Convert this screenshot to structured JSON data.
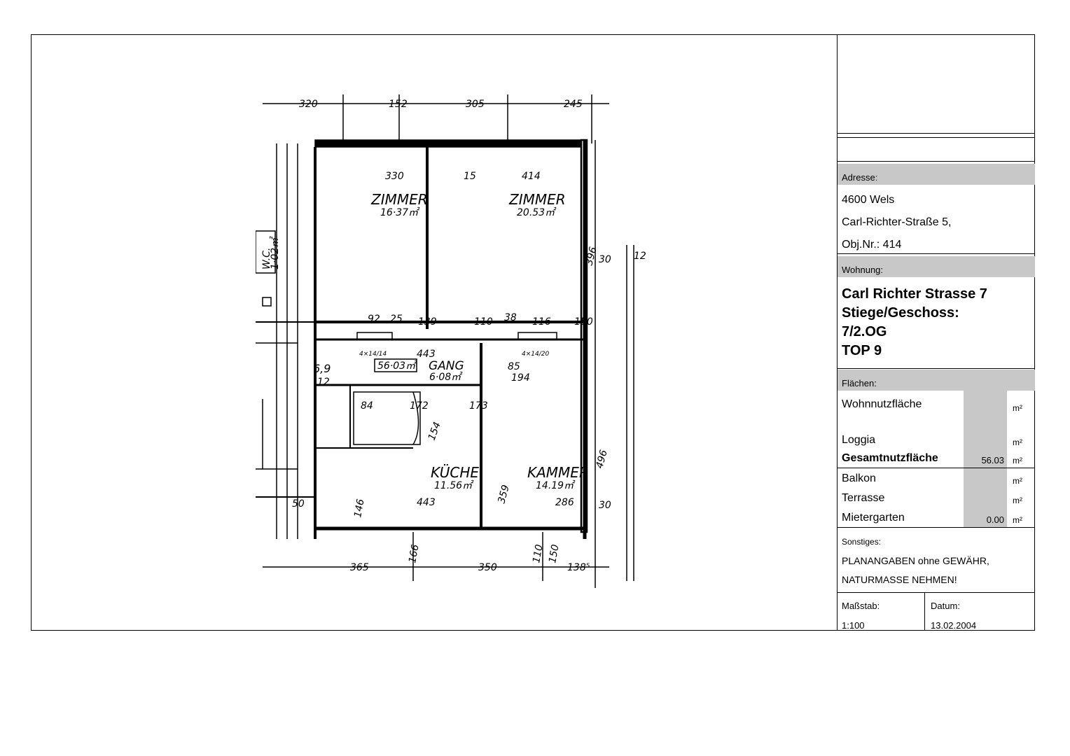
{
  "plan": {
    "rooms": [
      {
        "name": "ZIMMER",
        "area": "16·37㎡"
      },
      {
        "name": "ZIMMER",
        "area": "20.53㎡"
      },
      {
        "name": "GANG",
        "area": "6·08㎡"
      },
      {
        "name": "KÜCHE",
        "area": "11.56㎡"
      },
      {
        "name": "KAMMER",
        "area": "14.19㎡"
      },
      {
        "name": "W.C.",
        "area": "1·02㎡"
      }
    ],
    "total_box": "56·03㎡",
    "dims_top": [
      "320",
      "152",
      "305",
      "245"
    ],
    "dims_bottom": [
      "365",
      "350",
      "138⁵"
    ],
    "dims_misc": [
      "330",
      "15",
      "414",
      "396",
      "30",
      "92",
      "25",
      "139",
      "110",
      "38",
      "116",
      "150",
      "443",
      "85",
      "194",
      "84",
      "172",
      "173",
      "359",
      "496",
      "286",
      "443",
      "146",
      "6,9",
      "12",
      "154",
      "4×14/14",
      "4×14/20",
      "110",
      "150",
      "166",
      "30",
      "12",
      "50"
    ]
  },
  "titleblock": {
    "address_label": "Adresse:",
    "address_lines": [
      "4600 Wels",
      "Carl-Richter-Straße 5,",
      "Obj.Nr.: 414"
    ],
    "apartment_label": "Wohnung:",
    "apartment_lines": [
      "Carl Richter Strasse 7",
      "Stiege/Geschoss:",
      "7/2.OG",
      "TOP 9"
    ],
    "areas_label": "Flächen:",
    "areas": [
      {
        "label": "Wohnnutzfläche",
        "value": "",
        "unit": "m²"
      },
      {
        "label": "Loggia",
        "value": "",
        "unit": "m²"
      },
      {
        "label": "Gesamtnutzfläche",
        "value": "56.03",
        "unit": "m²",
        "bold": true
      },
      {
        "label": "Balkon",
        "value": "",
        "unit": "m²"
      },
      {
        "label": "Terrasse",
        "value": "",
        "unit": "m²"
      },
      {
        "label": "Mietergarten",
        "value": "0.00",
        "unit": "m²"
      }
    ],
    "misc_label": "Sonstiges:",
    "misc_lines": [
      "PLANANGABEN ohne GEWÄHR,",
      "NATURMASSE NEHMEN!"
    ],
    "scale_label": "Maßstab:",
    "scale_value": "1:100",
    "date_label": "Datum:",
    "date_value": "13.02.2004"
  }
}
